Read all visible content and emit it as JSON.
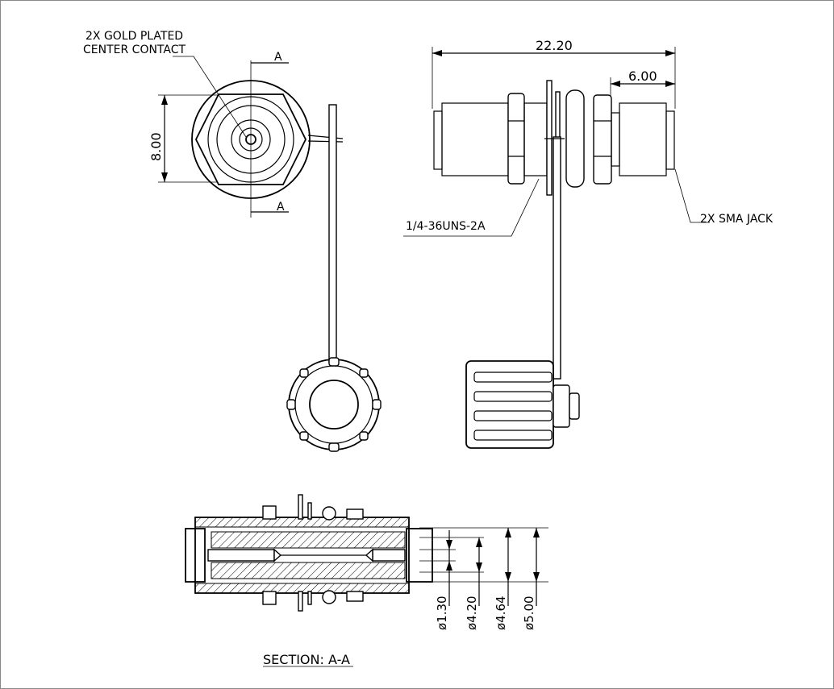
{
  "labels": {
    "gold_contact_line1": "2X GOLD PLATED",
    "gold_contact_line2": "CENTER CONTACT",
    "section_mark_top": "A",
    "section_mark_bottom": "A",
    "dim_height": "8.00",
    "dim_length": "22.20",
    "dim_short": "6.00",
    "thread_spec": "1/4-36UNS-2A",
    "sma_jack": "2X SMA JACK",
    "dia_1": "ø1.30",
    "dia_2": "ø4.20",
    "dia_3": "ø4.64",
    "dia_4": "ø5.00",
    "section_title": "SECTION: A-A"
  }
}
